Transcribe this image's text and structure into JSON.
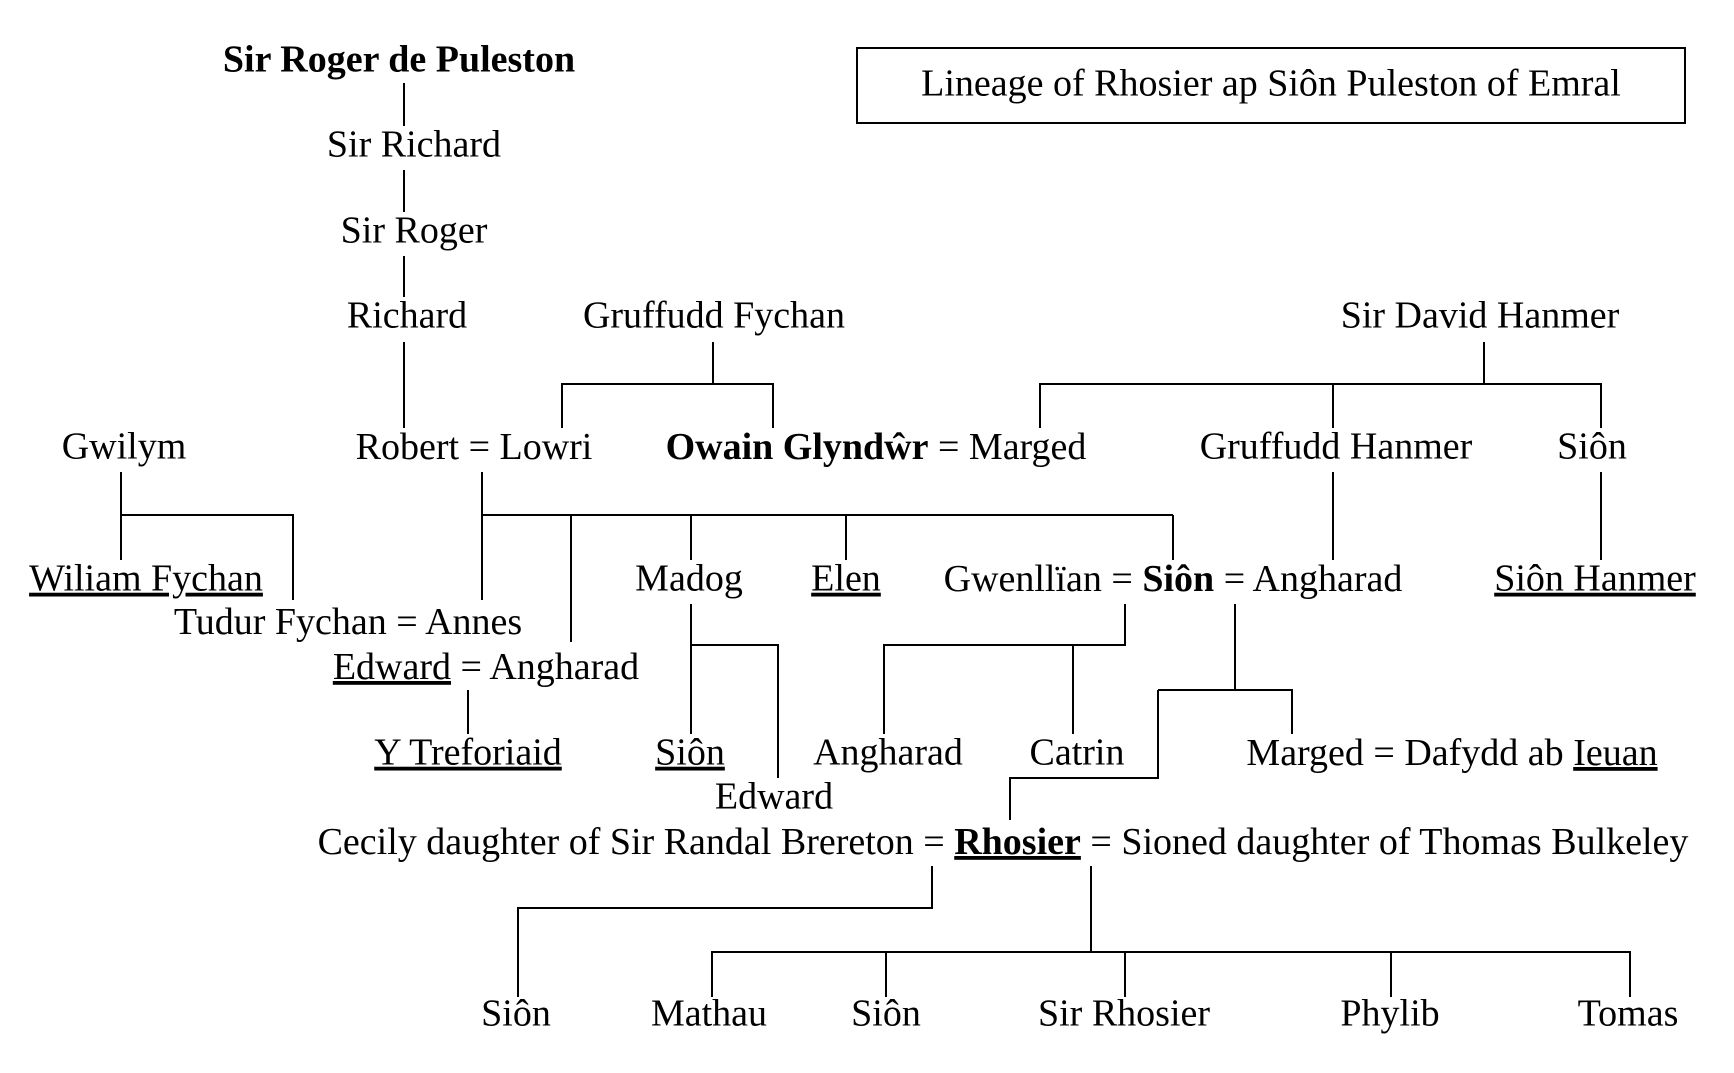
{
  "title": "Lineage of Rhosier ap Siôn Puleston of Emral",
  "colors": {
    "ink": "#000000",
    "background": "#ffffff"
  },
  "people": {
    "sir_roger_de_puleston": "Sir Roger de Puleston",
    "sir_richard": "Sir Richard",
    "sir_roger": "Sir Roger",
    "richard": "Richard",
    "gruffudd_fychan": "Gruffudd Fychan",
    "sir_david_hanmer": "Sir David Hanmer",
    "gwilym": "Gwilym",
    "robert": "Robert",
    "lowri": "Lowri",
    "owain_glyndwr": "Owain Glyndŵr",
    "marged_hanmer": "Marged",
    "gruffudd_hanmer": "Gruffudd Hanmer",
    "sion_hanmer_father": "Siôn",
    "wiliam_fychan": "Wiliam Fychan",
    "tudur_fychan": "Tudur Fychan",
    "annes": "Annes",
    "edward": "Edward",
    "angharad_edward": "Angharad",
    "madog": "Madog",
    "elen": "Elen",
    "gwenllian": "Gwenllïan",
    "sion": "Siôn",
    "angharad_hanmer": "Angharad",
    "sion_hanmer": "Siôn Hanmer",
    "y_treforiaid": "Y Treforiaid",
    "sion_ap_madog": "Siôn",
    "edward_ap_madog": "Edward",
    "angharad_daughter": "Angharad",
    "catrin": "Catrin",
    "marged_daughter": "Marged",
    "dafydd_ab": "Dafydd ab",
    "ieuan": "Ieuan",
    "cecily": "Cecily daughter of Sir Randal Brereton",
    "rhosier": "Rhosier",
    "sioned": "Sioned daughter of Thomas Bulkeley",
    "sion_son1": "Siôn",
    "mathau": "Mathau",
    "sion_son2": "Siôn",
    "sir_rhosier": "Sir Rhosier",
    "phylib": "Phylib",
    "tomas": "Tomas"
  },
  "symbols": {
    "married": "="
  }
}
